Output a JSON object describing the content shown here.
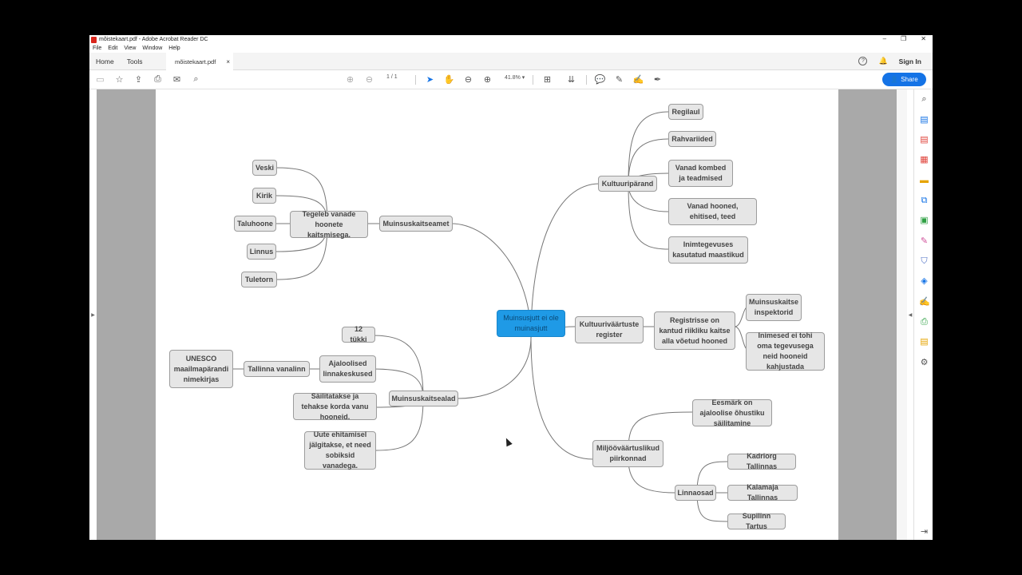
{
  "window": {
    "title": "mõistekaart.pdf - Adobe Acrobat Reader DC",
    "controls": [
      "–",
      "❐",
      "✕"
    ]
  },
  "menu": [
    "File",
    "Edit",
    "View",
    "Window",
    "Help"
  ],
  "tabs": {
    "home": "Home",
    "tools": "Tools",
    "document": "mõistekaart.pdf",
    "close": "×",
    "help": "?",
    "signin": "Sign In"
  },
  "toolbar": {
    "page_current": "1",
    "page_sep": "/",
    "page_total": "1",
    "zoom": "41.8%",
    "share": "Share"
  },
  "mindmap": {
    "center": "Muinsusjutt ei ole muinasjutt",
    "nodes": {
      "kultuuriparand": "Kultuuripärand",
      "regilaul": "Regilaul",
      "rahvariided": "Rahvariided",
      "kombed": "Vanad kombed ja teadmised",
      "hooned": "Vanad hooned, ehitised, teed",
      "maastikud": "Inimtegevuses kasutatud maastikud",
      "amet": "Muinsuskaitseamet",
      "tegeleb": "Tegeleb vanade hoonete kaitsmisega.",
      "veski": "Veski",
      "kirik": "Kirik",
      "taluhoone": "Taluhoone",
      "linnus": "Linnus",
      "tuletorn": "Tuletorn",
      "register": "Kultuuriväärtuste register",
      "registrisse": "Registrisse on kantud riikliku kaitse alla võetud hooned",
      "inspektorid": "Muinsuskaitse inspektorid",
      "inimesed": "Inimesed ei tohi oma tegevusega neid hooneid kahjustada",
      "alad": "Muinsuskaitsealad",
      "tukki": "12 tükki",
      "ajaloolised": "Ajaloolised linnakeskused",
      "tallinn": "Tallinna vanalinn",
      "unesco": "UNESCO maailmapärandi nimekirjas",
      "sailitatakse": "Säilitatakse ja tehakse korda vanu hooneid.",
      "uute": "Uute ehitamisel jälgitakse, et need sobiksid vanadega.",
      "miljoo": "Miljööväärtuslikud piirkonnad",
      "eesmark": "Eesmärk on ajaloolise õhustiku säilitamine",
      "linnaosad": "Linnaosad",
      "kadriorg": "Kadriorg Tallinnas",
      "kalamaja": "Kalamaja Tallinnas",
      "supilinn": "Supilinn Tartus"
    }
  }
}
